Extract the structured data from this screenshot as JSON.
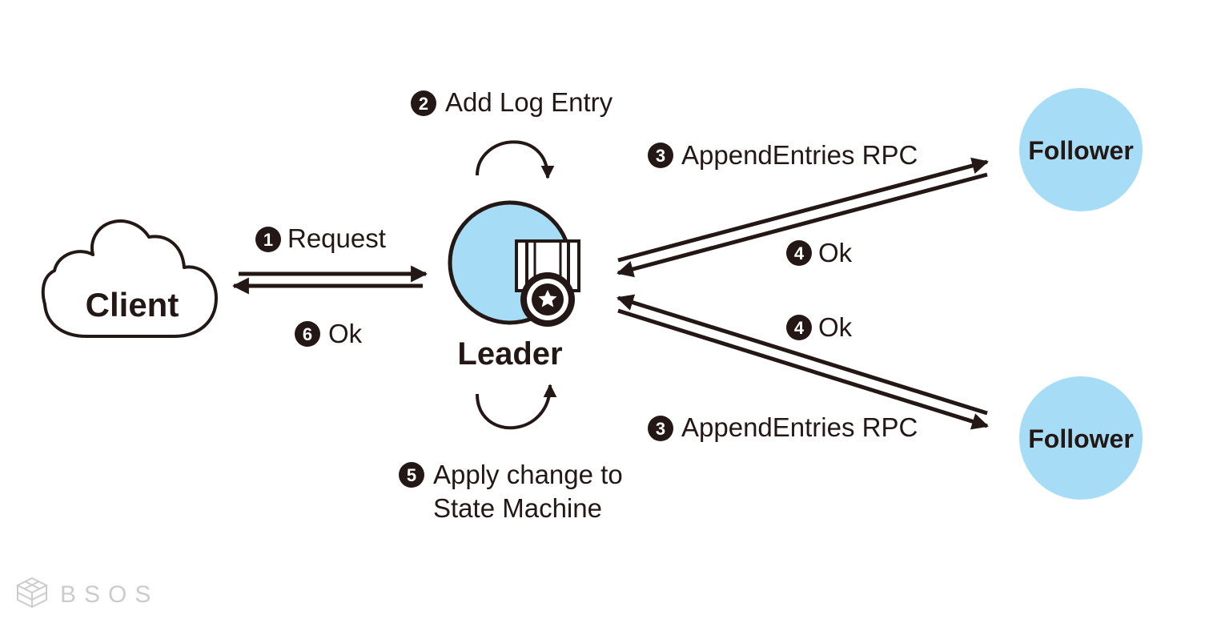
{
  "colors": {
    "ink": "#231815",
    "node_fill": "#a6dcf5",
    "watermark": "#cccccc"
  },
  "nodes": {
    "client": "Client",
    "leader": "Leader",
    "follower_top": "Follower",
    "follower_bottom": "Follower"
  },
  "steps": {
    "request": {
      "num": "1",
      "text": "Request"
    },
    "add_log": {
      "num": "2",
      "text": "Add Log Entry"
    },
    "append_top": {
      "num": "3",
      "text": "AppendEntries RPC"
    },
    "append_bottom": {
      "num": "3",
      "text": "AppendEntries RPC"
    },
    "ok_top": {
      "num": "4",
      "text": "Ok"
    },
    "ok_bottom": {
      "num": "4",
      "text": "Ok"
    },
    "apply": {
      "num": "5",
      "line1": "Apply change to",
      "line2": "State Machine"
    },
    "ok_client": {
      "num": "6",
      "text": "Ok"
    }
  },
  "icons": {
    "leader_badge": "medal-icon",
    "client_shape": "cloud-icon",
    "logo": "cube-logo-icon"
  },
  "watermark": {
    "text": "BSOS"
  }
}
